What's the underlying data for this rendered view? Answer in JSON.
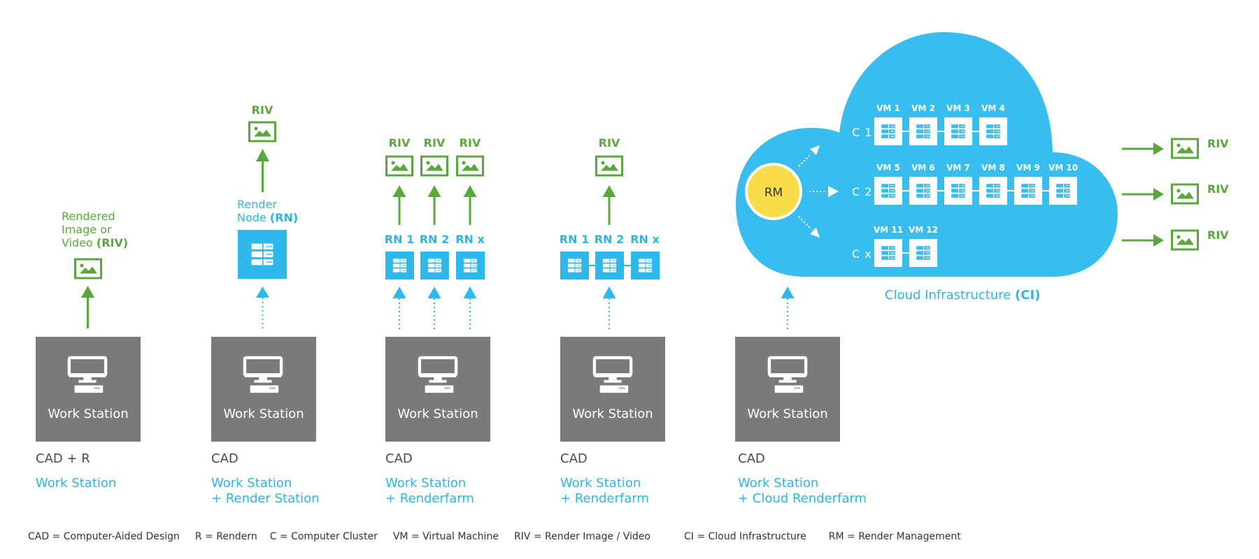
{
  "colors": {
    "workstation_gray": "#7a7a7a",
    "node_blue": "#2eb8eb",
    "cloud_blue": "#39bdee",
    "riv_green": "#5aa83c",
    "rm_yellow": "#f9dc4a",
    "label_gray": "#4a4a4a"
  },
  "columns": [
    {
      "workstation_label": "Work Station",
      "cad_label": "CAD + R",
      "title_line1": "Work Station",
      "title_line2": "",
      "top_label": [
        "Rendered",
        "Image or",
        "Video ",
        "(RIV)"
      ]
    },
    {
      "workstation_label": "Work Station",
      "cad_label": "CAD",
      "title_line1": "Work Station",
      "title_line2": "+ Render Station",
      "riv_label": "RIV",
      "node_label": [
        "Render",
        "Node ",
        "(RN)"
      ]
    },
    {
      "workstation_label": "Work Station",
      "cad_label": "CAD",
      "title_line1": "Work Station",
      "title_line2": "+ Renderfarm",
      "riv_labels": [
        "RIV",
        "RIV",
        "RIV"
      ],
      "node_labels": [
        "RN 1",
        "RN 2",
        "RN x"
      ]
    },
    {
      "workstation_label": "Work Station",
      "cad_label": "CAD",
      "title_line1": "Work Station",
      "title_line2": "+ Renderfarm",
      "riv_label": "RIV",
      "node_labels": [
        "RN 1",
        "RN 2",
        "RN x"
      ]
    },
    {
      "workstation_label": "Work Station",
      "cad_label": "CAD",
      "title_line1": "Work Station",
      "title_line2": "+ Cloud Renderfarm"
    }
  ],
  "cloud": {
    "title": "Cloud Infrastructure ",
    "title_bold": "(CI)",
    "rm_label": "RM",
    "clusters": [
      {
        "label": "C 1",
        "vms": [
          "VM 1",
          "VM 2",
          "VM 3",
          "VM 4"
        ]
      },
      {
        "label": "C 2",
        "vms": [
          "VM 5",
          "VM 6",
          "VM 7",
          "VM 8",
          "VM 9",
          "VM 10"
        ]
      },
      {
        "label": "C x",
        "vms": [
          "VM 11",
          "VM 12"
        ]
      }
    ],
    "outputs": [
      "RIV",
      "RIV",
      "RIV"
    ]
  },
  "legend": [
    "CAD = Computer-Aided Design",
    "R = Rendern",
    "C = Computer Cluster",
    "VM = Virtual Machine",
    "RIV = Render Image / Video",
    "CI = Cloud Infrastructure",
    "RM = Render Management"
  ]
}
